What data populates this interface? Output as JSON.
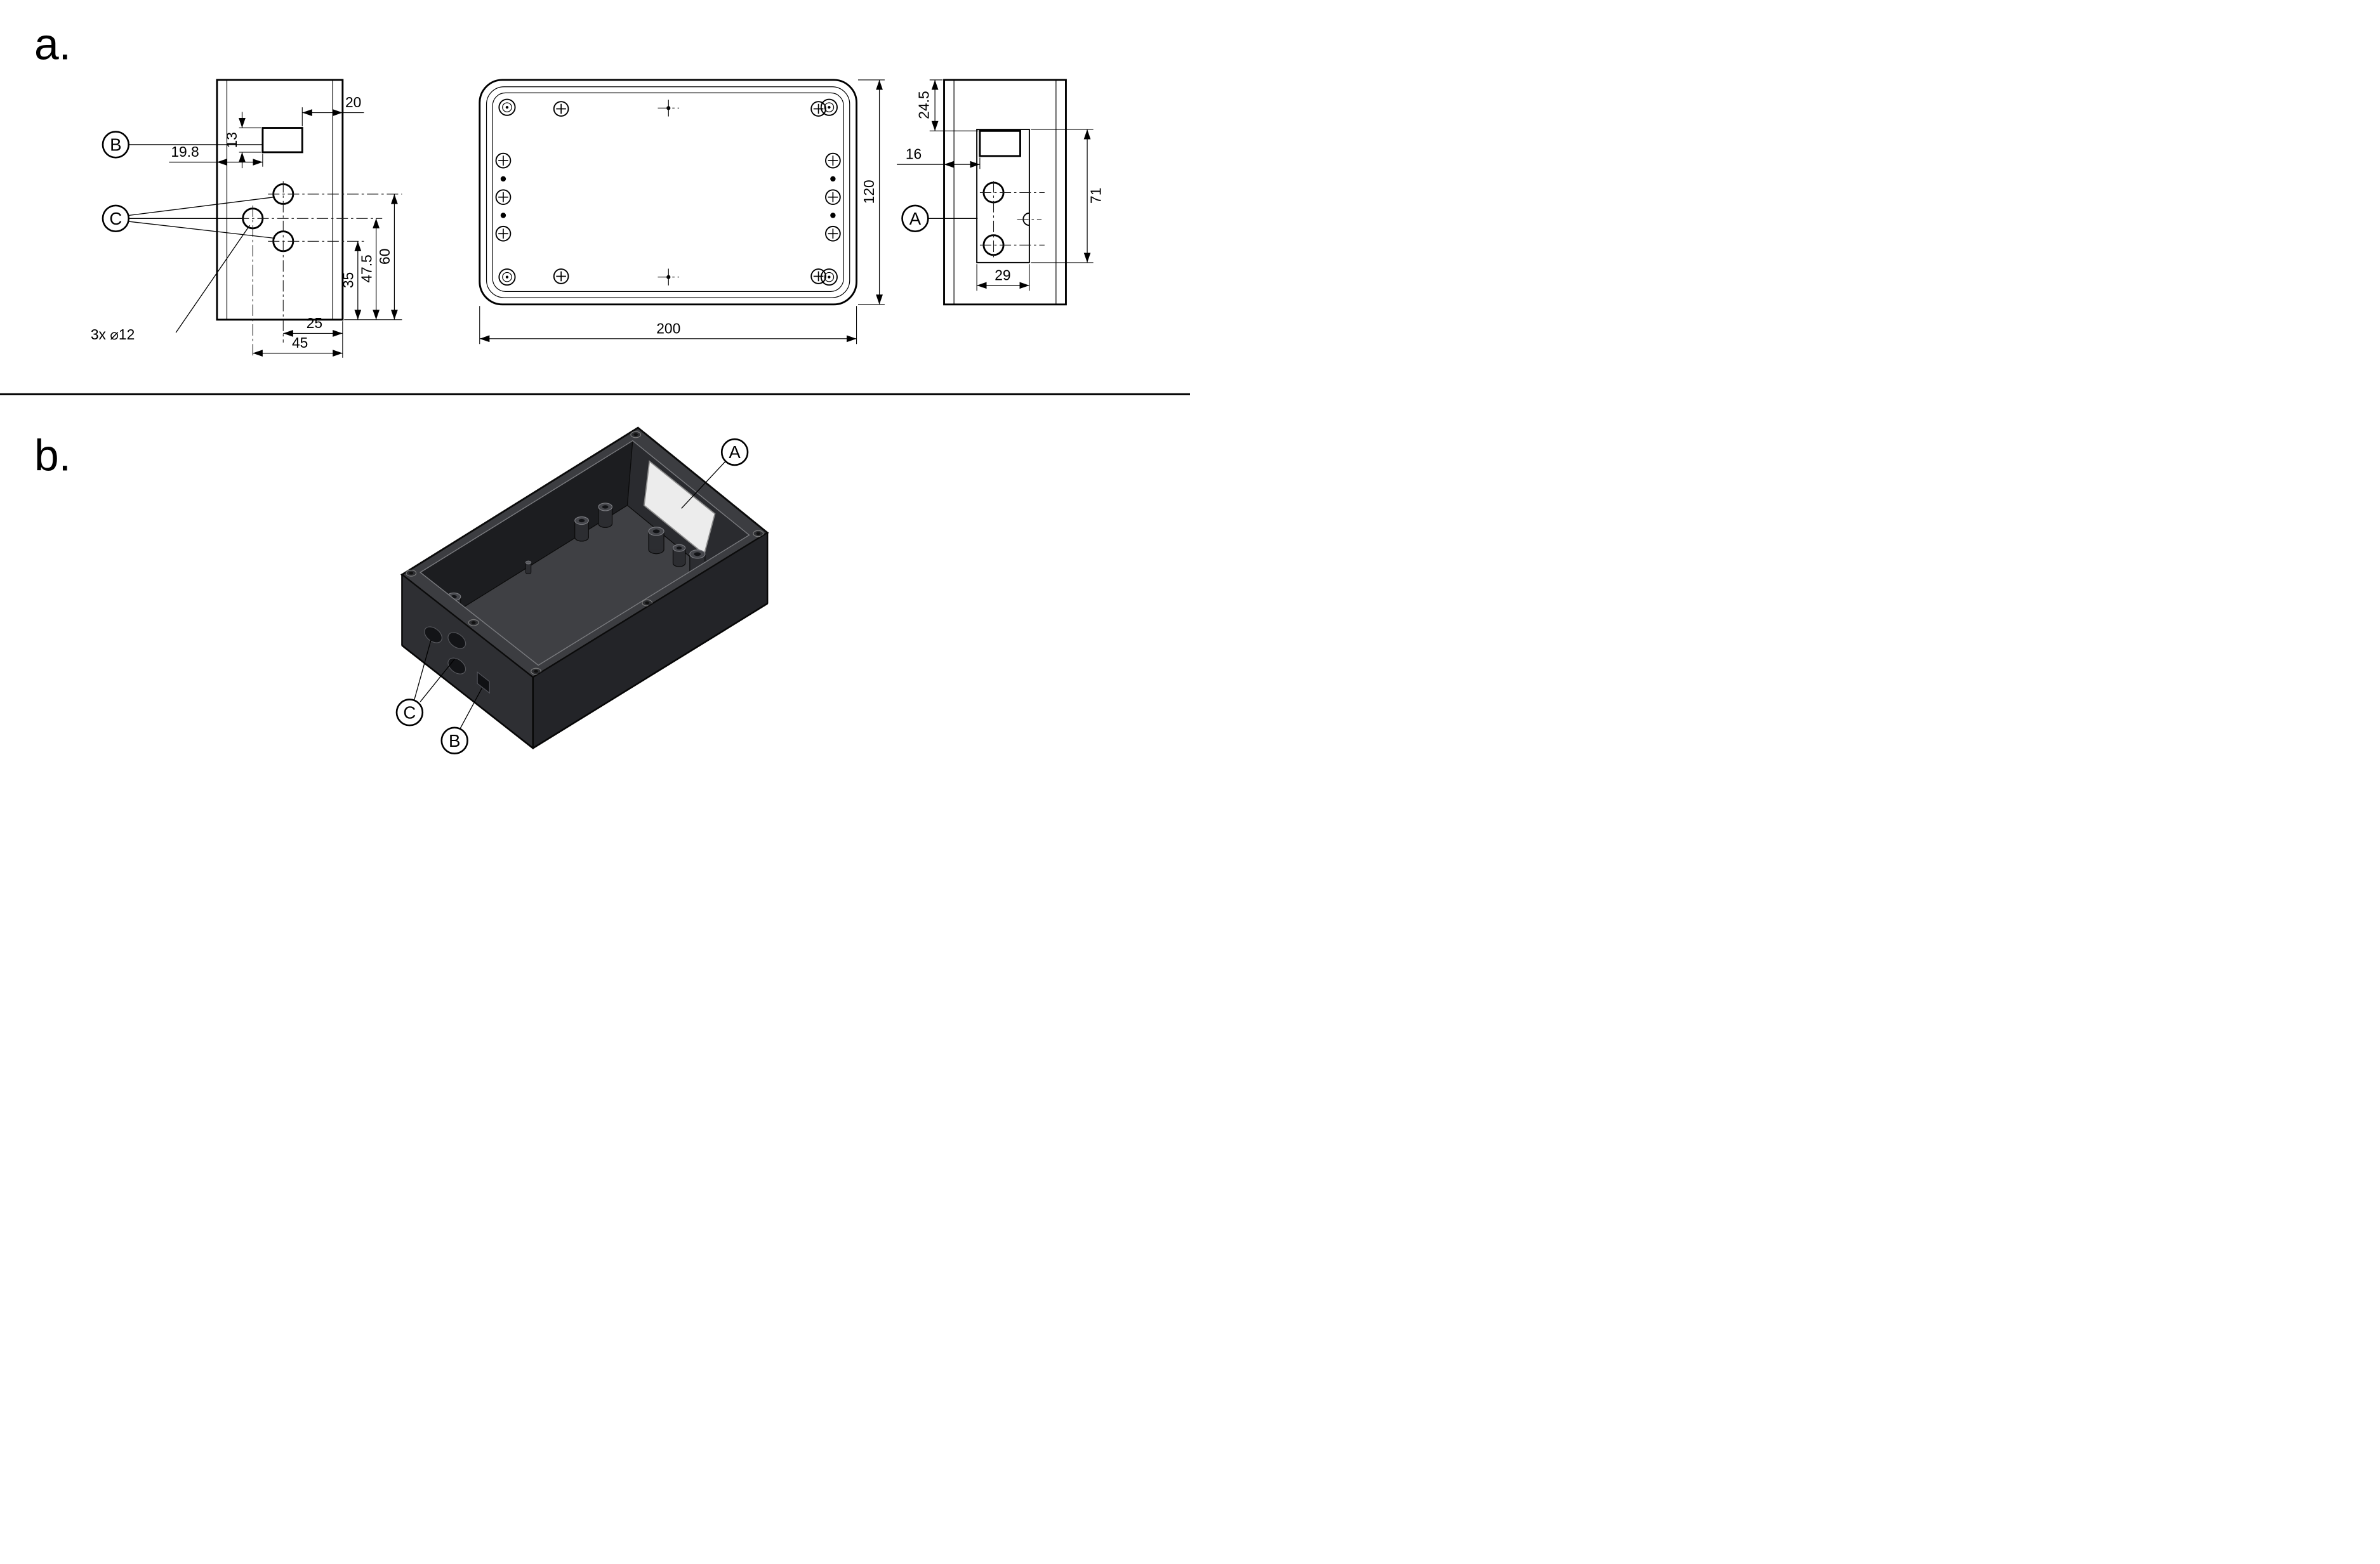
{
  "page": {
    "section_a": "a.",
    "section_b": "b."
  },
  "drawing": {
    "left_view": {
      "dim_cutout_width": "20",
      "dim_cutout_height": "13",
      "dim_cutout_offset": "19.8",
      "dim_hole_right_col": "25",
      "dim_hole_left_col": "45",
      "dim_hole_bottom": "35",
      "dim_hole_middle": "47.5",
      "dim_hole_top": "60",
      "holes_note": "3x ⌀12",
      "callout_display": "B",
      "callout_holes": "C"
    },
    "top_view": {
      "dim_length": "200",
      "dim_width": "120"
    },
    "right_view": {
      "dim_cutout_top": "24.5",
      "dim_cutout_left": "16",
      "dim_panel_height": "71",
      "dim_panel_width": "29",
      "callout_panel": "A"
    },
    "iso_view": {
      "callout_panel": "A",
      "callout_display": "B",
      "callout_holes": "C"
    }
  }
}
